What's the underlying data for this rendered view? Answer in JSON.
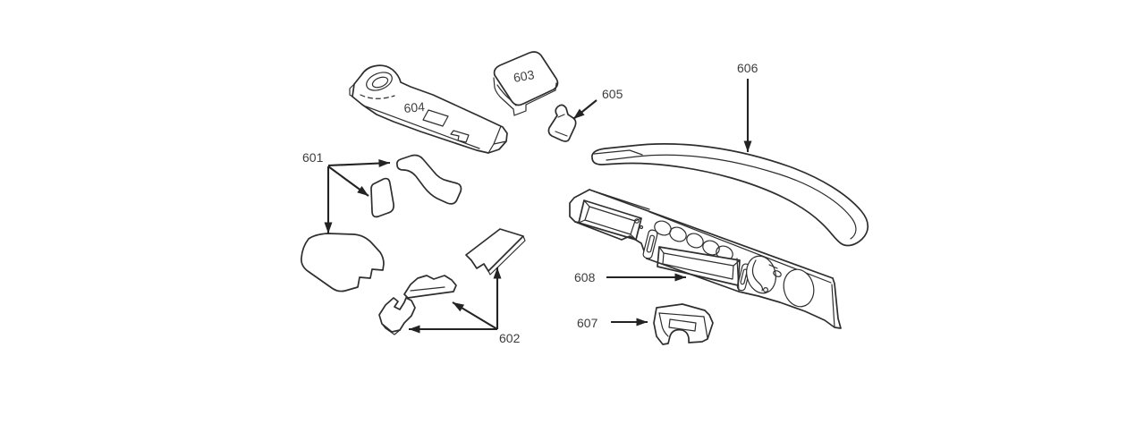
{
  "diagram": {
    "background_color": "#ffffff",
    "line_color": "#2e2e2e",
    "label_color": "#3d3d3d",
    "labels": [
      {
        "id": "601",
        "text": "601"
      },
      {
        "id": "602",
        "text": "602"
      },
      {
        "id": "603",
        "text": "603"
      },
      {
        "id": "604",
        "text": "604"
      },
      {
        "id": "605",
        "text": "605"
      },
      {
        "id": "606",
        "text": "606"
      },
      {
        "id": "607",
        "text": "607"
      },
      {
        "id": "608",
        "text": "608"
      }
    ]
  }
}
